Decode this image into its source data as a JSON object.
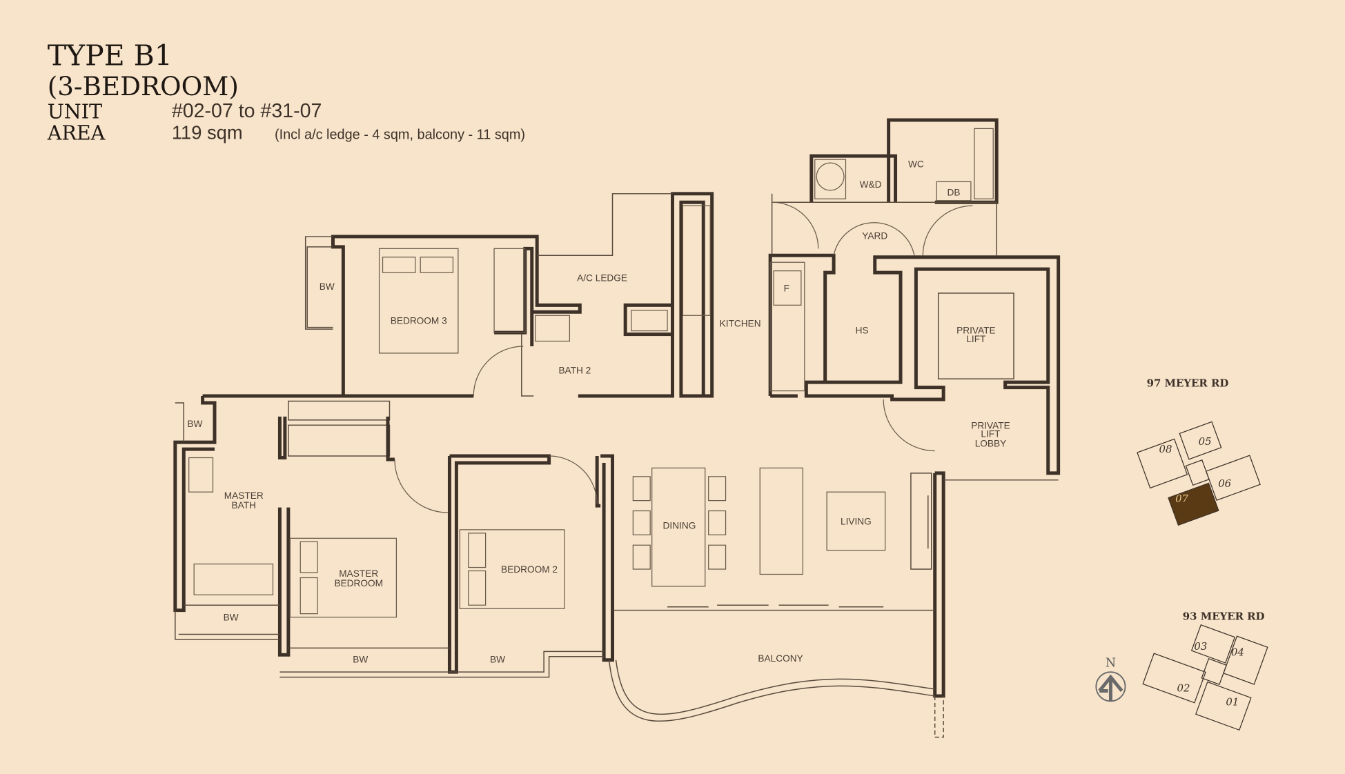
{
  "header": {
    "type": "TYPE B1",
    "bedrooms": "(3-BEDROOM)",
    "unit_label": "UNIT",
    "unit_value": "#02-07 to #31-07",
    "area_label": "AREA",
    "area_value": "119 sqm",
    "area_note": "(Incl a/c ledge - 4 sqm, balcony - 11 sqm)"
  },
  "rooms": {
    "bedroom3": "BEDROOM 3",
    "bw_bed3": "BW",
    "ac_ledge": "A/C LEDGE",
    "bath2": "BATH 2",
    "kitchen": "KITCHEN",
    "fridge": "F",
    "wd": "W&D",
    "wc": "WC",
    "db": "DB",
    "yard": "YARD",
    "hs": "HS",
    "private_lift": [
      "PRIVATE",
      "LIFT"
    ],
    "private_lift_lobby": [
      "PRIVATE",
      "LIFT",
      "LOBBY"
    ],
    "bw_master_bath": "BW",
    "master_bath": [
      "MASTER",
      "BATH"
    ],
    "bw_bottom_left": "BW",
    "master_bedroom": [
      "MASTER",
      "BEDROOM"
    ],
    "bw_master_bed": "BW",
    "bedroom2": "BEDROOM 2",
    "bw_bed2": "BW",
    "dining": "DINING",
    "living": "LIVING",
    "balcony": "BALCONY"
  },
  "key_plan": {
    "block_97": "97 MEYER RD",
    "block_93": "93 MEYER RD",
    "units_97": [
      "08",
      "05",
      "06",
      "07"
    ],
    "units_93": [
      "03",
      "04",
      "02",
      "01"
    ],
    "highlighted_unit": "07",
    "highlight_color": "#5a3a14",
    "north_label": "N"
  }
}
